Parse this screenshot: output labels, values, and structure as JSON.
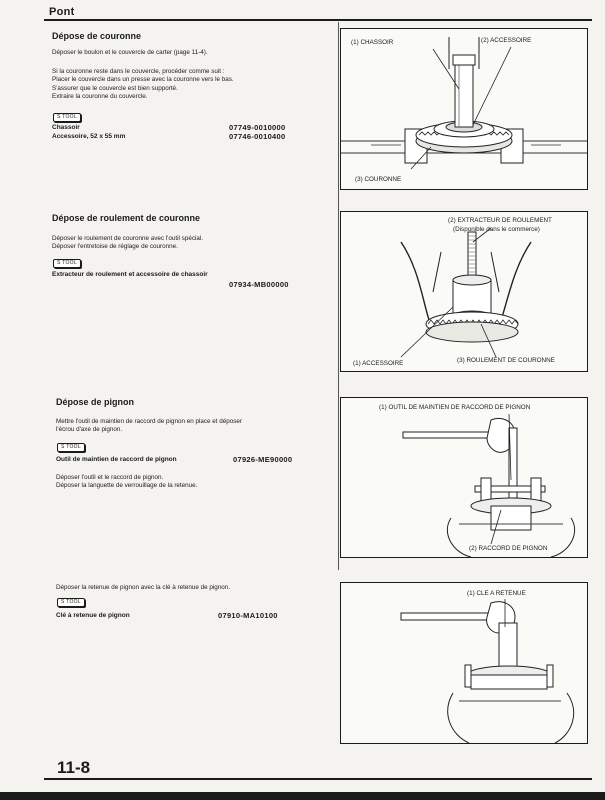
{
  "header": {
    "chapter": "Pont"
  },
  "sections": [
    {
      "title": "Dépose de couronne",
      "paragraph1": [
        "Déposer le boulon et le couvercle de carter (page 11-4)."
      ],
      "paragraph2": [
        "Si la couronne reste dans le couvercle, procéder comme suit :",
        "Placer le couvercle dans un presse avec la couronne vers le bas.",
        "S'assurer que le couvercle est bien supporté.",
        "Extraire la couronne du couvercle."
      ],
      "tool_badge": "S TOOL",
      "tools": [
        {
          "name": "Chassoir",
          "number": "07749-0010000"
        },
        {
          "name": "Accessoire, 52 x 55 mm",
          "number": "07746-0010400"
        }
      ],
      "figure": {
        "labels": [
          "(1) CHASSOIR",
          "(2) ACCESSOIRE",
          "(3) COURONNE"
        ]
      }
    },
    {
      "title": "Dépose de roulement de couronne",
      "paragraph1": [
        "Déposer le roulement de couronne avec l'outil spécial.",
        "Déposer l'entretoise de réglage de couronne."
      ],
      "tool_badge": "S TOOL",
      "tools": [
        {
          "name": "Extracteur de roulement et accessoire de chassoir",
          "number": "07934-MB00000"
        }
      ],
      "figure": {
        "labels": [
          "(2) EXTRACTEUR DE ROULEMENT",
          "(Disponible dans le commerce)",
          "(1) ACCESSOIRE",
          "(3) ROULEMENT DE COURONNE"
        ]
      }
    },
    {
      "title": "Dépose de pignon",
      "paragraph1": [
        "Mettre l'outil de maintien de raccord de pignon en place et déposer",
        "l'écrou d'axe de pignon."
      ],
      "tool_badge": "S TOOL",
      "tools": [
        {
          "name": "Outil de maintien de raccord de pignon",
          "number": "07926-ME90000"
        }
      ],
      "paragraph2": [
        "Déposer l'outil et le raccord de pignon.",
        "Déposer la languette de verrouillage de la retenue."
      ],
      "figure": {
        "labels": [
          "(1) OUTIL DE MAINTIEN DE RACCORD DE PIGNON",
          "(2) RACCORD DE PIGNON"
        ]
      }
    },
    {
      "title": "",
      "paragraph1": [
        "Déposer la retenue de pignon avec la clé à retenue de pignon."
      ],
      "tool_badge": "S TOOL",
      "tools": [
        {
          "name": "Clé à retenue de pignon",
          "number": "07910-MA10100"
        }
      ],
      "figure": {
        "labels": [
          "(1) CLE A RETENUE"
        ]
      }
    }
  ],
  "footer": {
    "page_number": "11-8"
  }
}
